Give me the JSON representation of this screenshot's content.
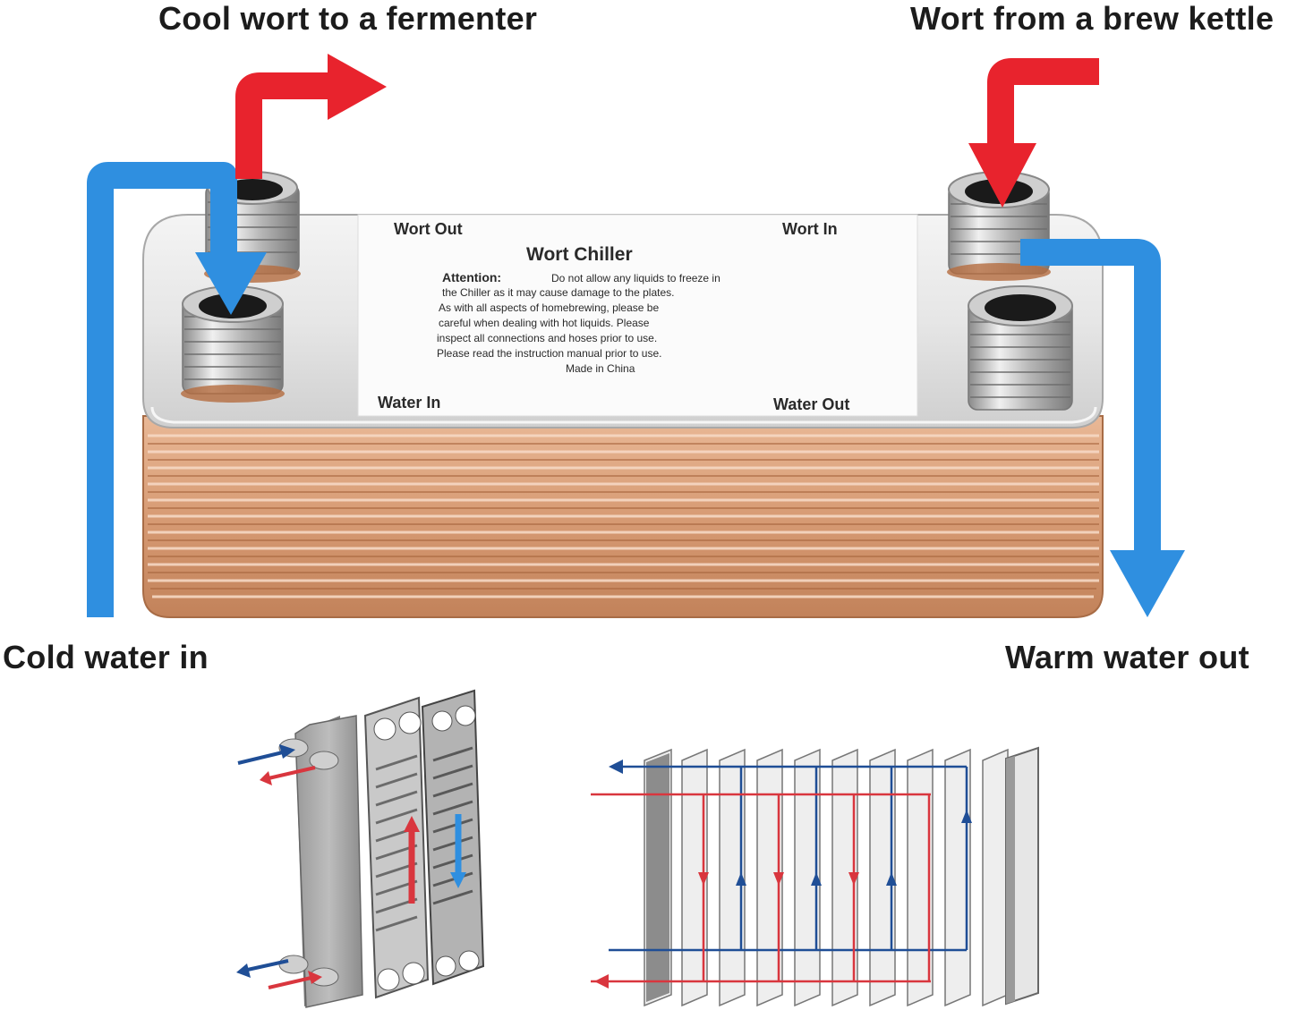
{
  "callouts": {
    "top_left": "Cool wort to a fermenter",
    "top_right": "Wort from a brew kettle",
    "bottom_left": "Cold water in",
    "bottom_right": "Warm water out"
  },
  "label_sticker": {
    "wort_out": "Wort  Out",
    "wort_in": "Wort  In",
    "title": "Wort  Chiller",
    "attention_label": "Attention:",
    "lines": [
      "Do not allow any liquids to freeze in",
      "the Chiller as it may cause damage to the plates.",
      "As with all aspects of homebrewing, please be",
      "careful when dealing with hot liquids. Please",
      "inspect all connections and hoses prior to use.",
      "Please read the instruction manual prior to use."
    ],
    "made_in": "Made in China",
    "water_in": "Water  In",
    "water_out": "Water  Out"
  },
  "colors": {
    "hot_arrow": "#e8232d",
    "cold_arrow": "#2f8fe0",
    "diagram_red": "#d9363e",
    "diagram_blue": "#1f4e96",
    "copper": "#c9835a",
    "steel": "#d8d8d8"
  }
}
